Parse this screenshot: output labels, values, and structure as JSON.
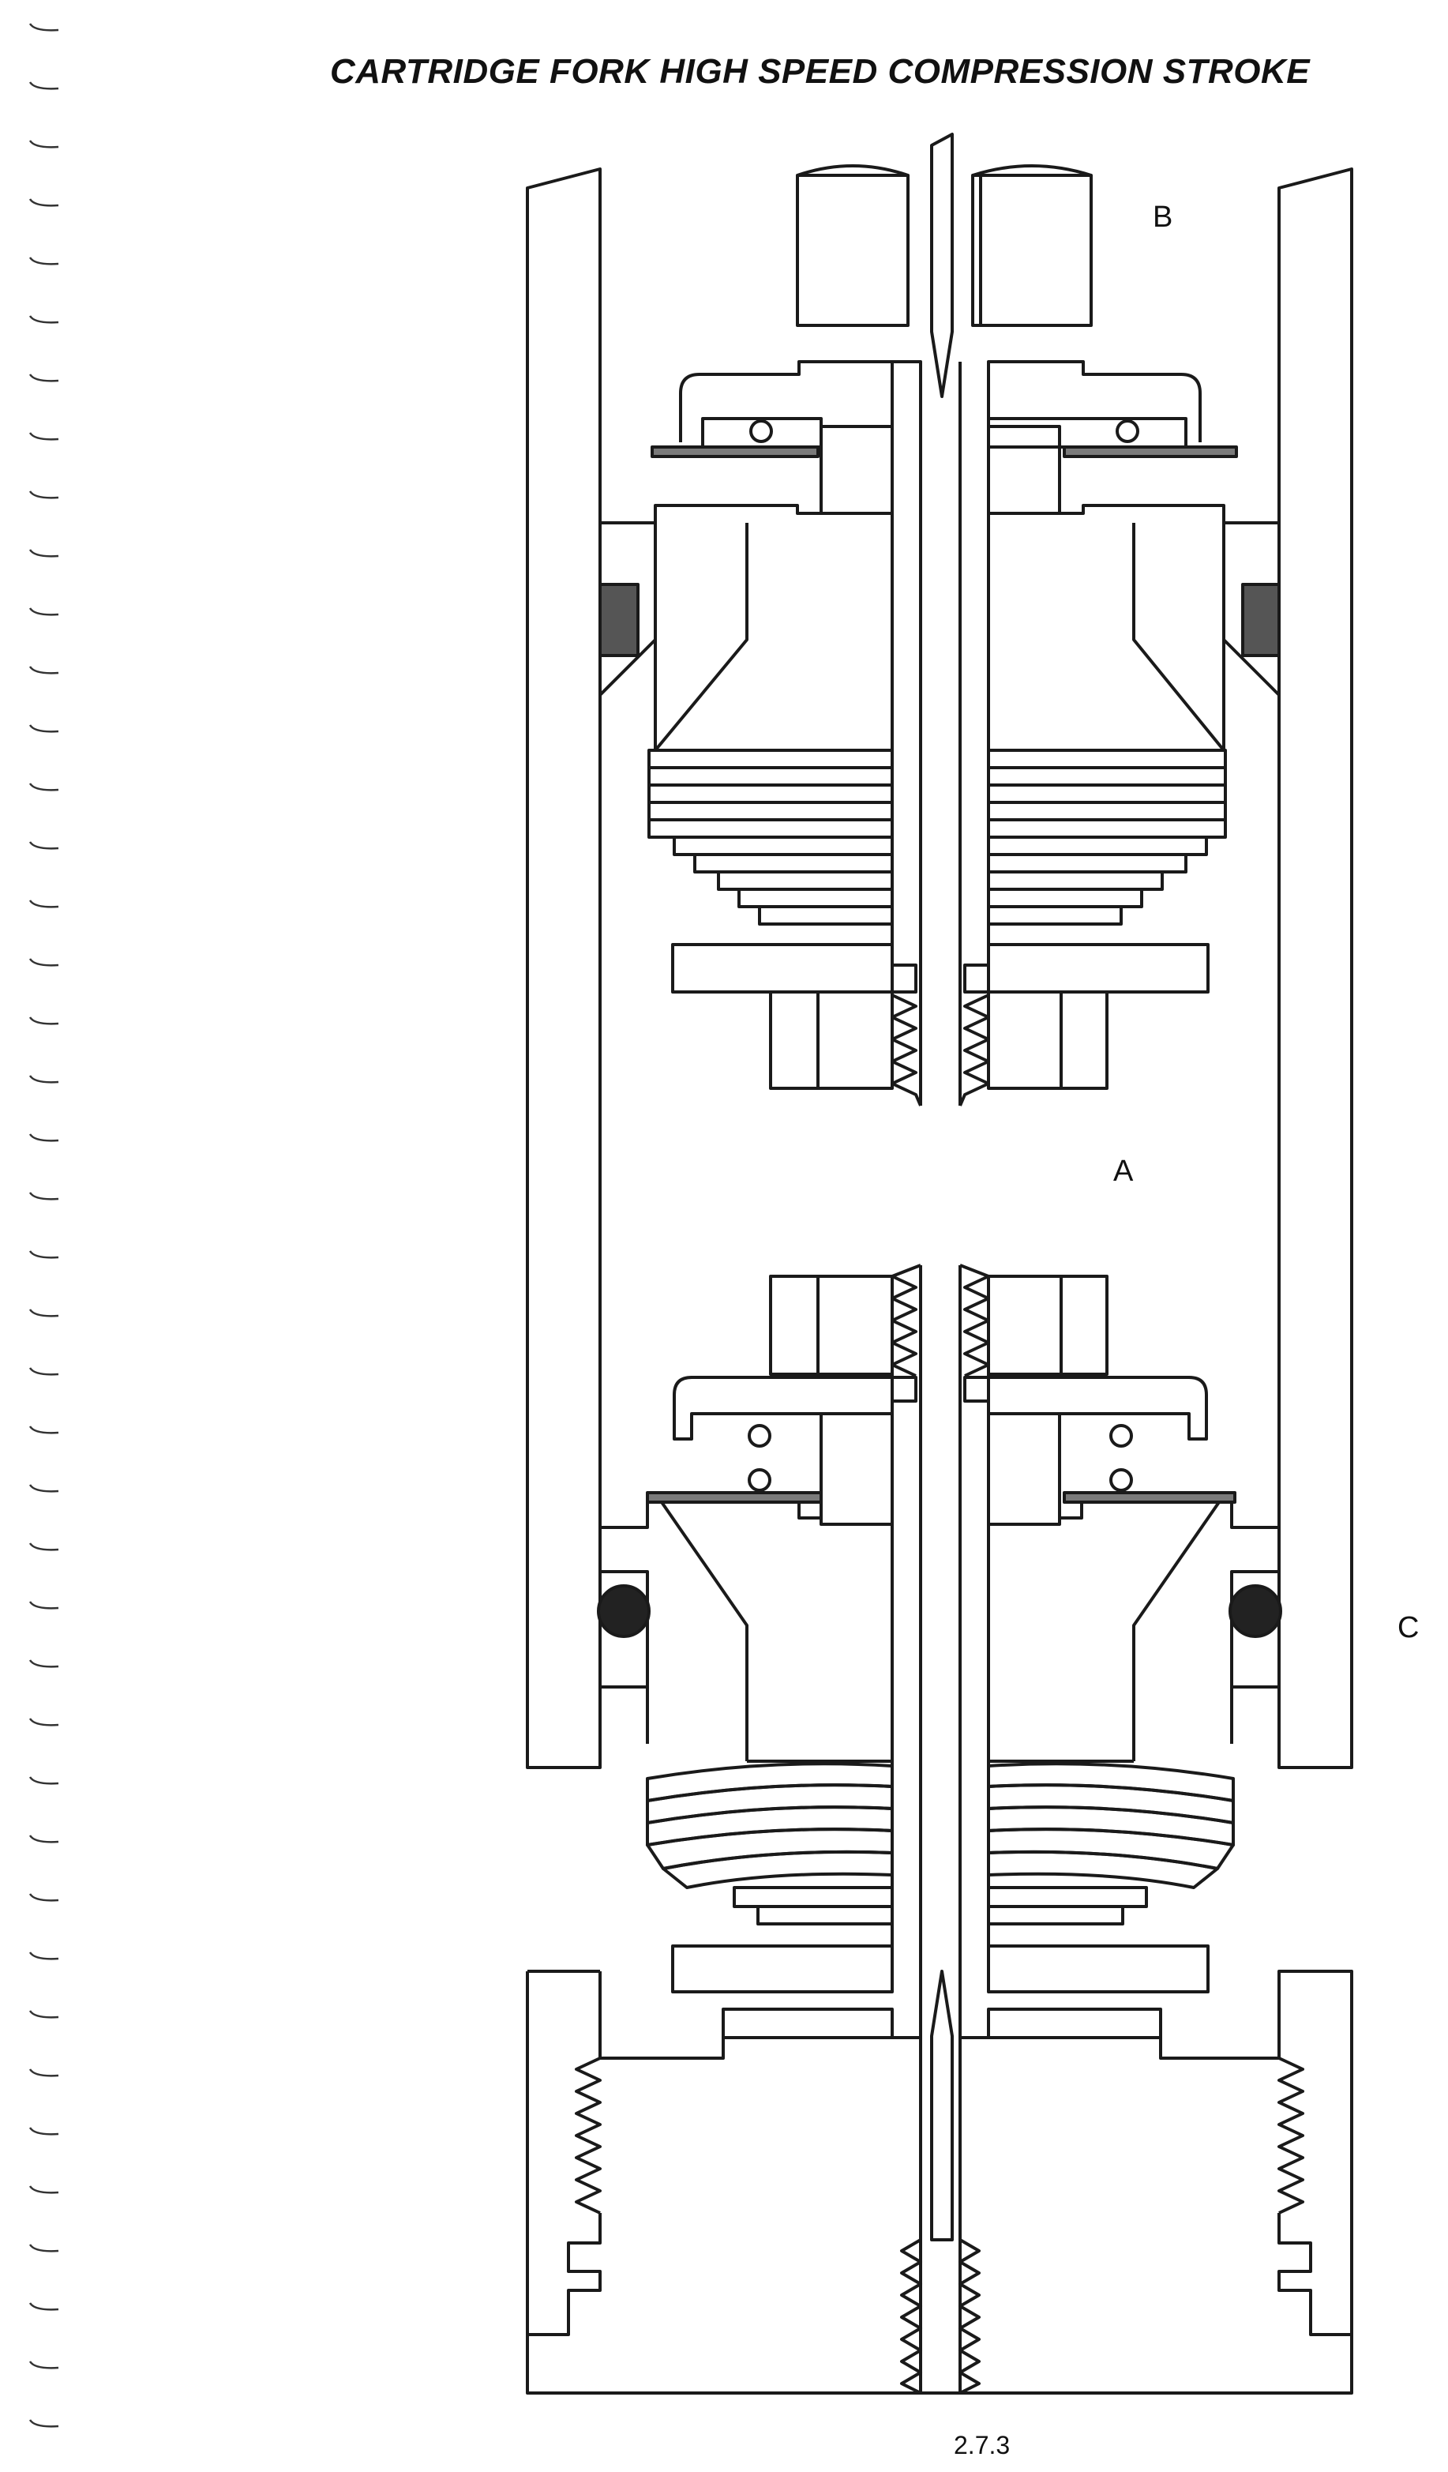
{
  "title": "CARTRIDGE FORK HIGH SPEED COMPRESSION STROKE",
  "labels": {
    "a": "A",
    "b": "B",
    "c": "C"
  },
  "page_number": "2.7.3",
  "colors": {
    "line": "#1a1a1a",
    "gray_seal": "#555555",
    "shim": "#7a7a7a",
    "oring": "#222222"
  }
}
